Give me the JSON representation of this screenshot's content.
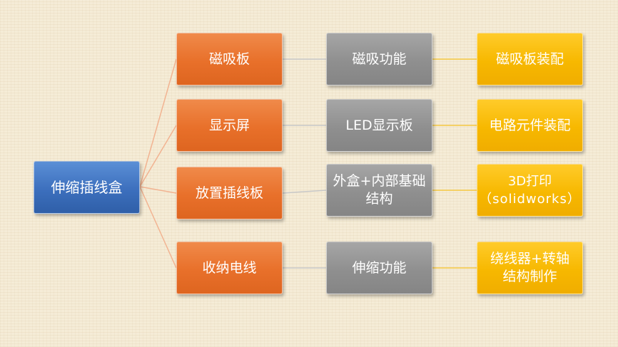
{
  "root": {
    "label": "伸缩插线盒"
  },
  "rows": [
    {
      "module": "磁吸板",
      "function": [
        "磁吸功能"
      ],
      "task": [
        "磁吸板装配"
      ]
    },
    {
      "module": "显示屏",
      "function": [
        "LED显示板"
      ],
      "task": [
        "电路元件装配"
      ]
    },
    {
      "module": "放置插线板",
      "function": [
        "外盒+内部基础",
        "结构"
      ],
      "task": [
        "3D打印",
        "（solidworks）"
      ]
    },
    {
      "module": "收纳电线",
      "function": [
        "伸缩功能"
      ],
      "task": [
        "绕线器+转轴",
        "结构制作"
      ]
    }
  ],
  "colors": {
    "root": "#4472c4",
    "module": "#ed7d31",
    "function": "#a5a5a5",
    "task": "#ffc000",
    "connector_orange": "#f2b391",
    "connector_gray": "#c8c8c8",
    "connector_gold": "#f5c842"
  }
}
